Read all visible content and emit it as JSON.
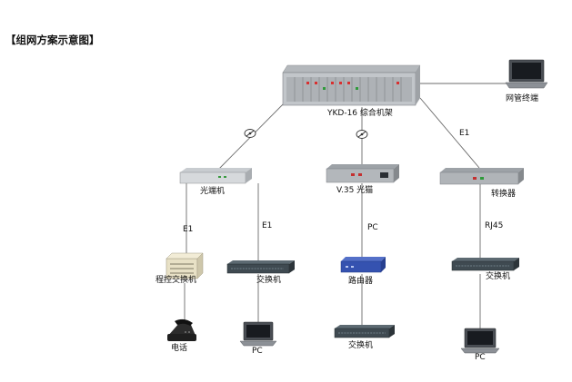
{
  "title": "【组网方案示意图】",
  "devices": {
    "rack": "YKD-16 综合机架",
    "nms": "网管终端",
    "optical_terminal": "光端机",
    "v35_modem": "V.35 光猫",
    "converter": "转换器",
    "pbx": "程控交换机",
    "switch_left": "交换机",
    "router": "路由器",
    "switch_right": "交换机",
    "phone": "电话",
    "pc_left": "PC",
    "switch_bottom": "交换机",
    "pc_right": "PC"
  },
  "links": {
    "e1_pbx": "E1",
    "e1_switch": "E1",
    "pc_link": "PC",
    "e1_converter": "E1",
    "rj45": "RJ45"
  }
}
